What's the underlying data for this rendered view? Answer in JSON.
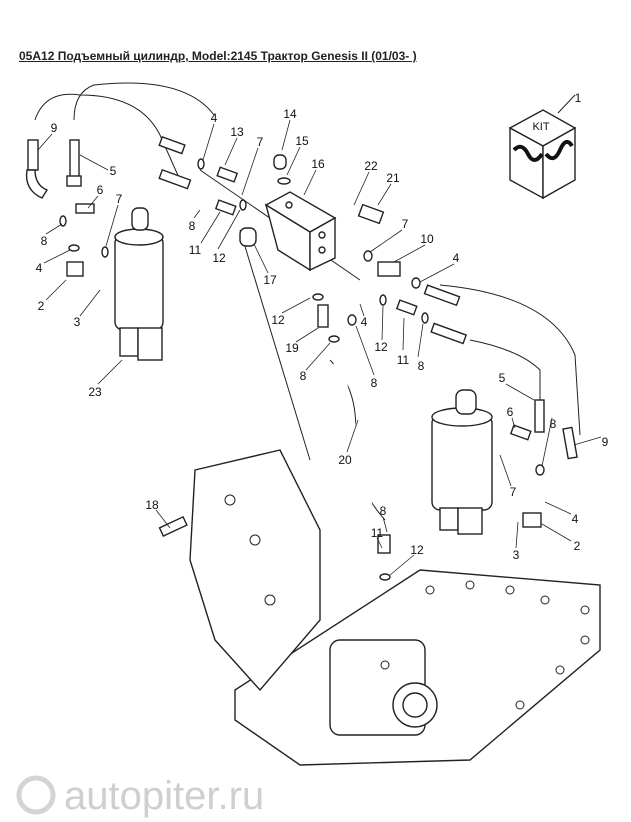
{
  "title": "05A12 Подъемный цилиндр, Model:2145 Трактор Genesis II (01/03- )",
  "kit_label": "KIT",
  "watermark": "autopiter.ru",
  "callouts": [
    "1",
    "4",
    "13",
    "14",
    "7",
    "15",
    "16",
    "9",
    "5",
    "22",
    "21",
    "6",
    "7",
    "8",
    "8",
    "11",
    "12",
    "7",
    "10",
    "4",
    "17",
    "4",
    "2",
    "3",
    "12",
    "4",
    "12",
    "11",
    "8",
    "19",
    "8",
    "8",
    "23",
    "5",
    "6",
    "8",
    "9",
    "20",
    "7",
    "4",
    "2",
    "3",
    "18",
    "8",
    "11",
    "12"
  ]
}
